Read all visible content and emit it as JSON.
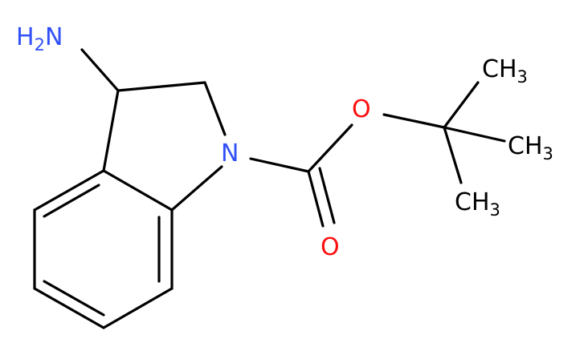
{
  "labels": {
    "amine": {
      "main": "H",
      "sub": "2",
      "tail": "N"
    },
    "ring_nitrogen": "N",
    "ether_oxygen": "O",
    "carbonyl_oxygen": "O",
    "methyl_1": {
      "main": "CH",
      "sub": "3"
    },
    "methyl_2": {
      "main": "CH",
      "sub": "3"
    },
    "methyl_3": {
      "main": "CH",
      "sub": "3"
    }
  },
  "colors": {
    "bond": "#000000",
    "carbon_label": "#000000",
    "nitrogen": "#3050F8",
    "oxygen": "#FF0D0D"
  }
}
